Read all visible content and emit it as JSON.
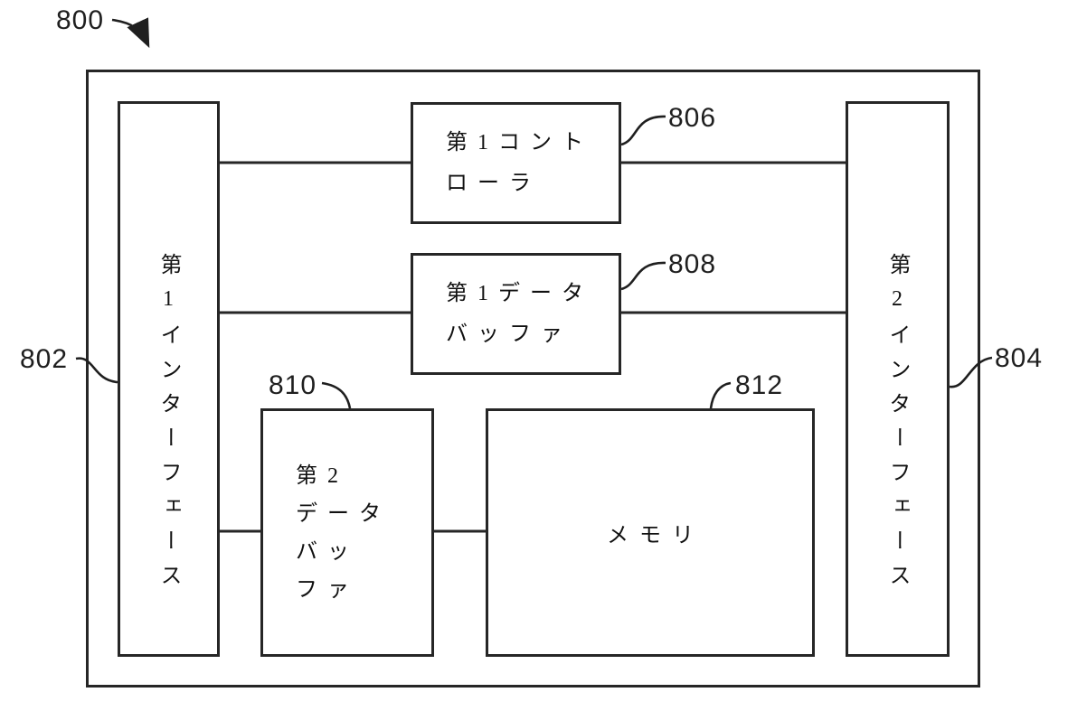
{
  "diagram": {
    "figure_ref": "800",
    "boxes": {
      "interface1": {
        "ref": "802",
        "label": "第1インターフェース"
      },
      "interface2": {
        "ref": "804",
        "label": "第2インターフェース"
      },
      "controller1": {
        "ref": "806",
        "lines": [
          "第1コント",
          "ローラ"
        ]
      },
      "data_buffer1": {
        "ref": "808",
        "lines": [
          "第1データ",
          "バッファ"
        ]
      },
      "data_buffer2": {
        "ref": "810",
        "lines": [
          "第2",
          "データ",
          "バッ",
          "ファ"
        ]
      },
      "memory": {
        "ref": "812",
        "label": "メモリ"
      }
    },
    "line_color": "#262626"
  }
}
